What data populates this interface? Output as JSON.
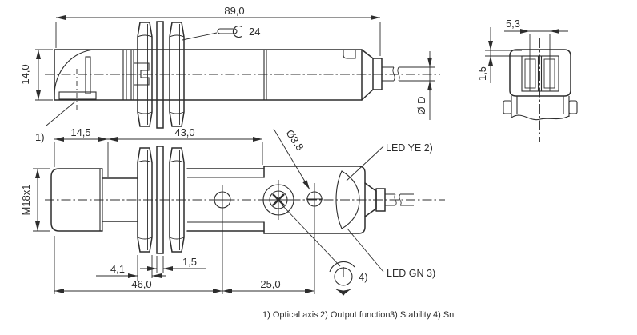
{
  "colors": {
    "ink": "#2d2d2d",
    "background": "#ffffff"
  },
  "labels": {
    "overall_length": "89,0",
    "head_height": "14,0",
    "wrench_size": "24",
    "cable_diameter": "Ø D",
    "window_width": "5,3",
    "window_offset": "1,5",
    "optical_axis_ref": "1)",
    "head_length": "14,5",
    "thread_length": "43,0",
    "thread_size": "M18x1",
    "hole_diameter": "Ø3,8",
    "nut_thickness": "4,1",
    "washer_thickness": "1,5",
    "front_to_pot": "46,0",
    "pot_to_hole": "25,0",
    "led_yellow": "LED YE 2)",
    "led_green": "LED GN 3)",
    "pot_ref": "4)"
  },
  "footnotes": [
    "1) Optical axis",
    "2) Output function",
    "3) Stability",
    "4) Sn"
  ]
}
